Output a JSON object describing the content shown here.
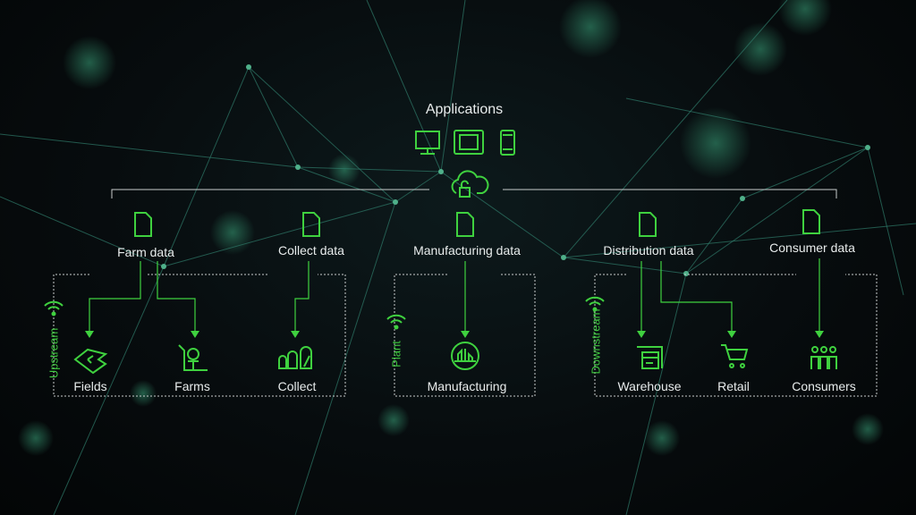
{
  "title": "Applications",
  "app_icons": [
    "desktop-monitor-icon",
    "tablet-icon",
    "smartphone-icon",
    "cloud-lock-icon"
  ],
  "data_sources": [
    {
      "label": "Farm data",
      "icon": "document-icon"
    },
    {
      "label": "Collect data",
      "icon": "document-icon"
    },
    {
      "label": "Manufacturing data",
      "icon": "document-icon"
    },
    {
      "label": "Distribution data",
      "icon": "document-icon"
    },
    {
      "label": "Consumer data",
      "icon": "document-icon"
    }
  ],
  "groups": [
    {
      "label": "Upstream",
      "icon": "wifi-icon"
    },
    {
      "label": "Plant",
      "icon": "wifi-icon"
    },
    {
      "label": "Downstream",
      "icon": "wifi-icon"
    }
  ],
  "nodes": [
    {
      "label": "Fields",
      "icon": "fields-icon"
    },
    {
      "label": "Farms",
      "icon": "tree-farm-icon"
    },
    {
      "label": "Collect",
      "icon": "silo-icon"
    },
    {
      "label": "Manufacturing",
      "icon": "factory-icon"
    },
    {
      "label": "Warehouse",
      "icon": "warehouse-icon"
    },
    {
      "label": "Retail",
      "icon": "shopping-cart-icon"
    },
    {
      "label": "Consumers",
      "icon": "people-icon"
    }
  ],
  "colors": {
    "accent": "#3fd13f",
    "text": "#e8ecec",
    "network": "#2f7a6a"
  }
}
